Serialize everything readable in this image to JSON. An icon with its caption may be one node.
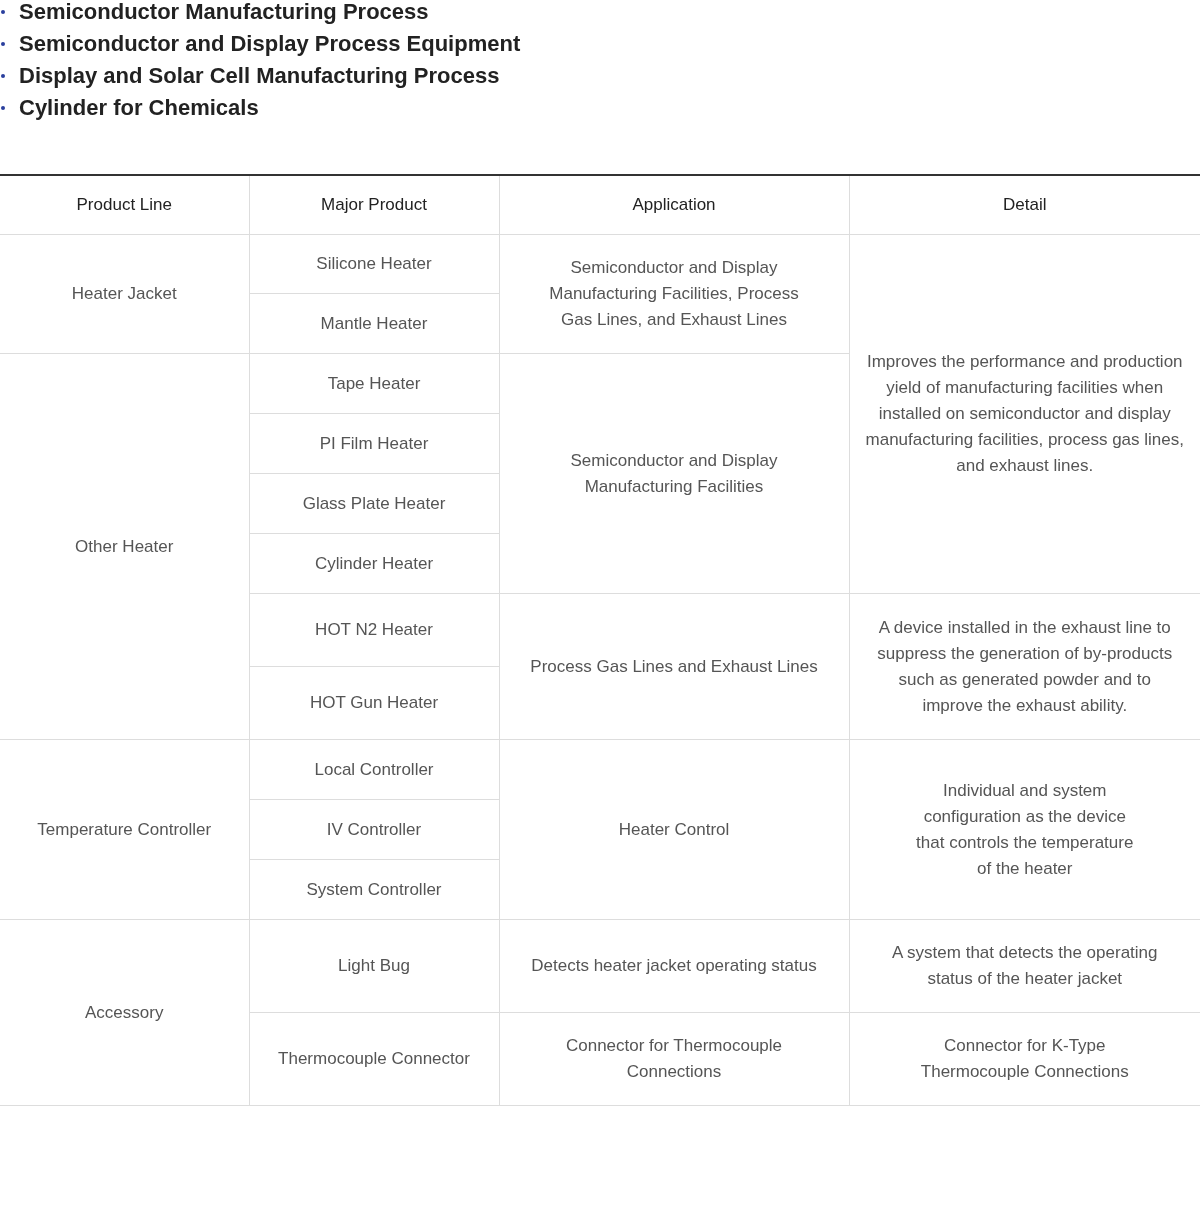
{
  "diagram": {
    "labels": [
      "Semiconductor Manufacturing Process",
      "Semiconductor and Display Process Equipment",
      "Display and Solar Cell Manufacturing Process",
      "Cylinder for Chemicals",
      "Product Line",
      "Major Product",
      "Application",
      "Detail",
      "Heater Jacket",
      "Silicone Heater",
      "Semiconductor and Display Manufacturing Facilities, Process Gas Lines, and Exhaust Lines",
      "Improves the performance and production yield of manufacturing facilities when installed on semiconductor and display manufacturing facilities, process gas lines, and exhaust lines.",
      "Mantle Heater",
      "Other Heater",
      "Tape Heater",
      "Semiconductor and Display Manufacturing Facilities",
      "PI Film Heater",
      "Glass Plate Heater",
      "Cylinder Heater",
      "HOT N2 Heater",
      "Process Gas Lines and Exhaust Lines",
      "A device installed in the exhaust line to suppress the generation of by-products such as generated powder and to improve the exhaust ability.",
      "HOT Gun Heater",
      "Temperature Controller",
      "Local Controller",
      "Heater Control",
      "Individual and system configuration as the device that controls the temperature of the heater",
      "IV Controller",
      "System Controller",
      "Accessory",
      "Light Bug",
      "Detects heater jacket operating status",
      "A system that detects the operating status of the heater jacket",
      "Thermocouple Connector",
      "Connector for Thermocouple Connections",
      "Connector for K-Type Thermocouple Connections"
    ]
  }
}
